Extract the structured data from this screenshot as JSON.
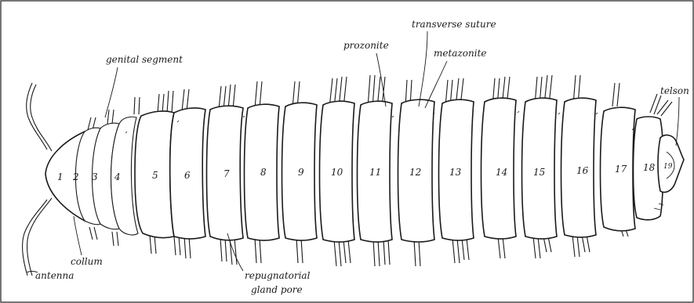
{
  "diagram": {
    "border_color": "#1a1a1a",
    "line_color": "#1a1a1a",
    "labels": {
      "genital_segment": "genital segment",
      "transverse_suture": "transverse suture",
      "prozonite": "prozonite",
      "metazonite": "metazonite",
      "telson": "telson",
      "collum": "collum",
      "antenna": "antenna",
      "repugnatorial_line1": "repugnatorial",
      "repugnatorial_line2": "gland pore"
    },
    "segment_numbers": [
      "1",
      "2",
      "3",
      "4",
      "5",
      "6",
      "7",
      "8",
      "9",
      "10",
      "11",
      "12",
      "13",
      "14",
      "15",
      "16",
      "17",
      "18",
      "19"
    ]
  }
}
